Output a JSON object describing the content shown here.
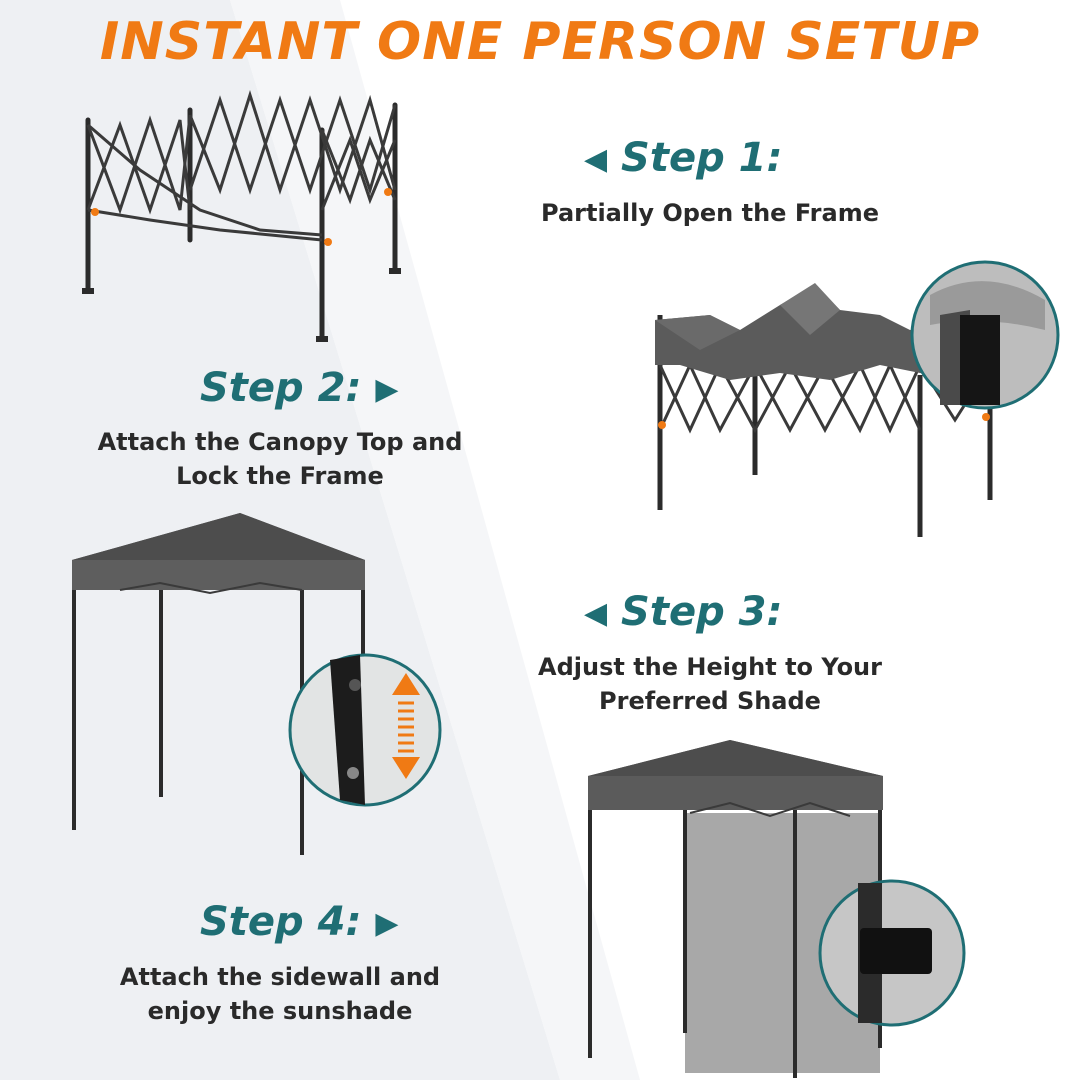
{
  "header": {
    "title": "INSTANT ONE PERSON SETUP"
  },
  "colors": {
    "title": "#f07a14",
    "step_heading": "#1f6e74",
    "description": "#2a2a2a",
    "frame": "#2b2b2b",
    "canopy": "#5b5b5b",
    "canopy_light": "#8c8c8c",
    "sidewall": "#a8a8a8",
    "accent_arrow": "#f07a14",
    "inset_border": "#1f6e74"
  },
  "steps": [
    {
      "heading": "Step 1:",
      "arrow_icon": "left-triangle",
      "lines": [
        "Partially Open the Frame"
      ]
    },
    {
      "heading": "Step 2:",
      "arrow_icon": "right-triangle",
      "lines": [
        "Attach the Canopy Top and",
        "Lock the Frame"
      ]
    },
    {
      "heading": "Step 3:",
      "arrow_icon": "left-triangle",
      "lines": [
        "Adjust the Height to Your",
        "Preferred Shade"
      ]
    },
    {
      "heading": "Step 4:",
      "arrow_icon": "right-triangle",
      "lines": [
        "Attach the sidewall and",
        "enjoy the sunshade"
      ]
    }
  ],
  "arrow_glyphs": {
    "left": "◀",
    "right": "▶"
  }
}
